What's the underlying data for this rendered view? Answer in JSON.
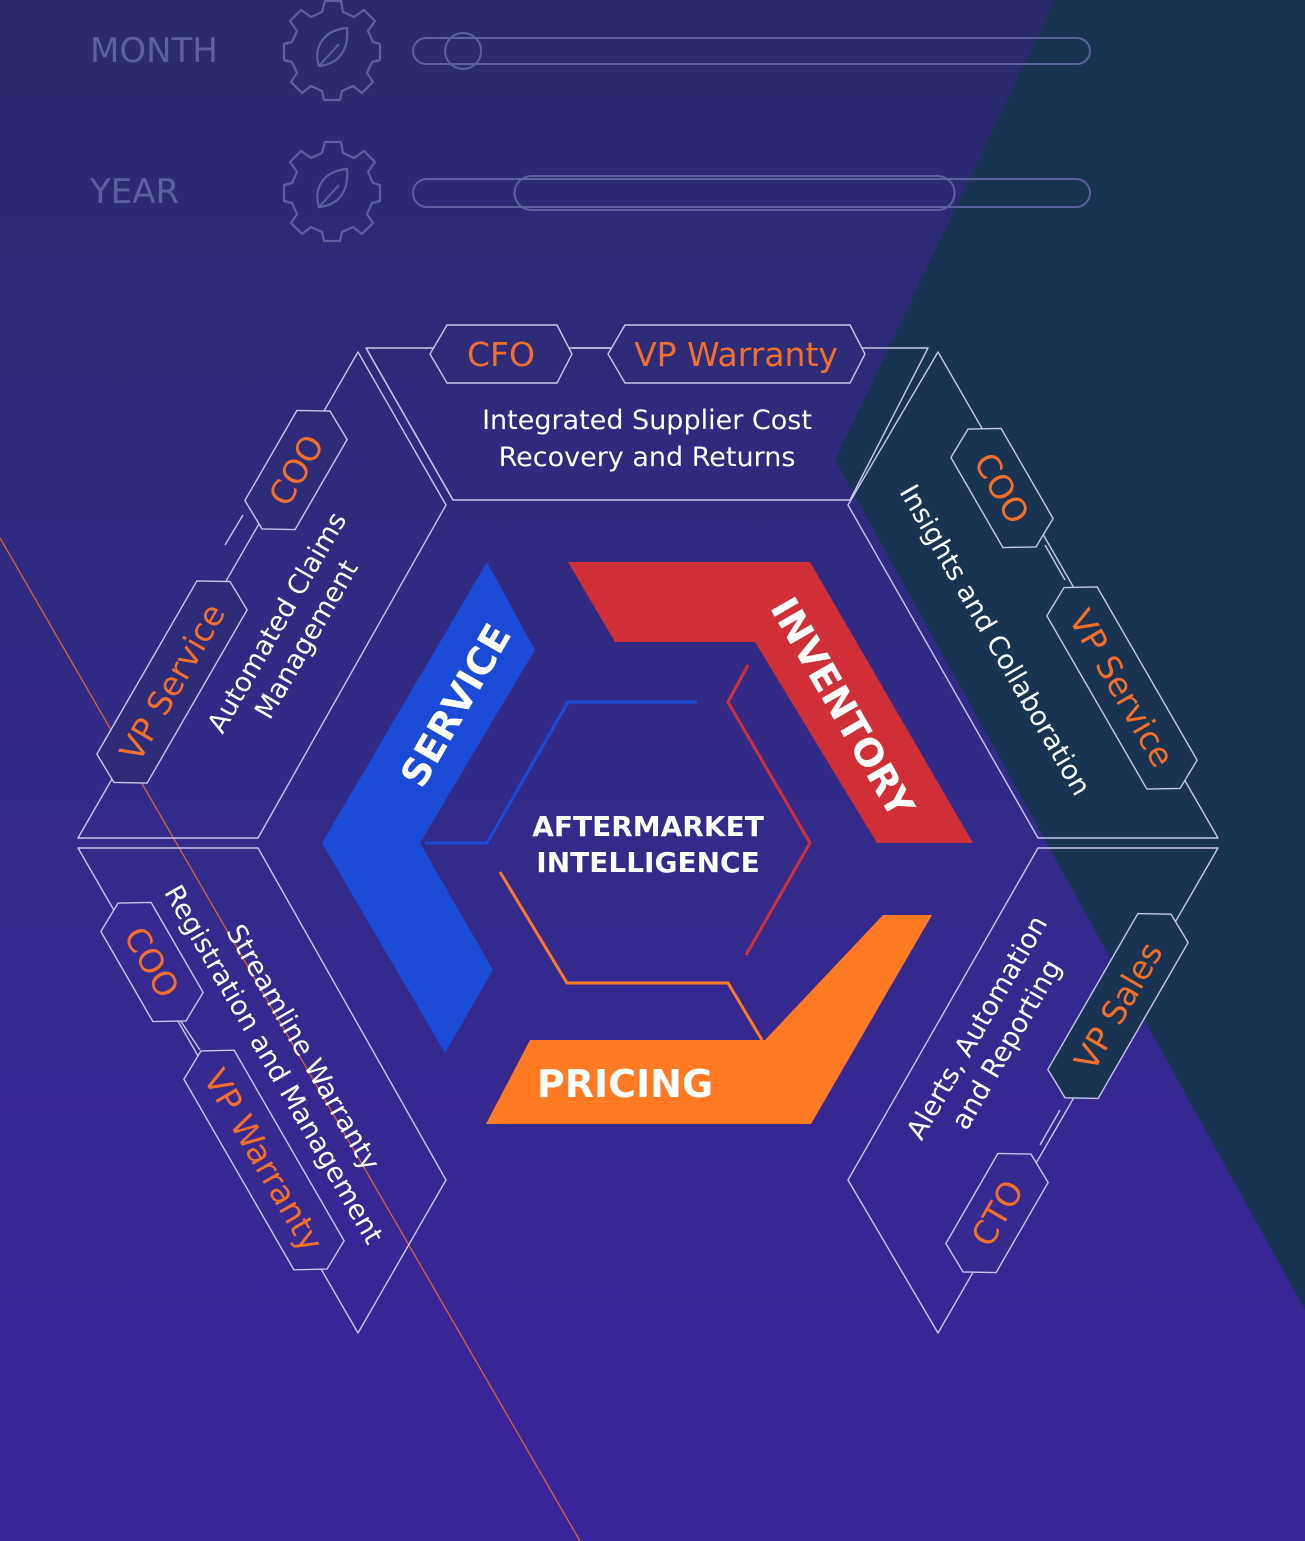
{
  "controls": {
    "month_label": "MONTH",
    "year_label": "YEAR",
    "month_icon": "leaf-gear-icon",
    "year_icon": "leaf-gear-icon",
    "month_slider_level": 0.05,
    "year_slider_start": 0.15,
    "year_slider_end": 0.8
  },
  "center": {
    "line1": "AFTERMARKET",
    "line2": "INTELLIGENCE"
  },
  "pillars": {
    "service": "SERVICE",
    "inventory": "INVENTORY",
    "pricing": "PRICING"
  },
  "panels": {
    "top": {
      "roles": [
        "CFO",
        "VP Warranty"
      ],
      "line1": "Integrated Supplier Cost",
      "line2": "Recovery and Returns"
    },
    "upper_left": {
      "roles": [
        "COO",
        "VP Service"
      ],
      "line1": "Automated Claims",
      "line2": "Management"
    },
    "upper_right": {
      "roles": [
        "COO",
        "VP Service"
      ],
      "line1": "Insights and Collaboration"
    },
    "lower_left": {
      "roles": [
        "COO",
        "VP Warranty"
      ],
      "line1": "Streamline Warranty",
      "line2": "Registration and Management"
    },
    "lower_right": {
      "roles": [
        "VP Sales",
        "CTO"
      ],
      "line1": "Alerts, Automation",
      "line2": "and Reporting"
    }
  },
  "colors": {
    "background": "#2b2a6e",
    "dark_panel": "#1a3352",
    "accent_orange": "#f36f2a",
    "service_blue": "#1a4ad6",
    "inventory_red": "#d12f38",
    "pricing_orange": "#ff7a22",
    "outline": "#c9c8ea"
  }
}
